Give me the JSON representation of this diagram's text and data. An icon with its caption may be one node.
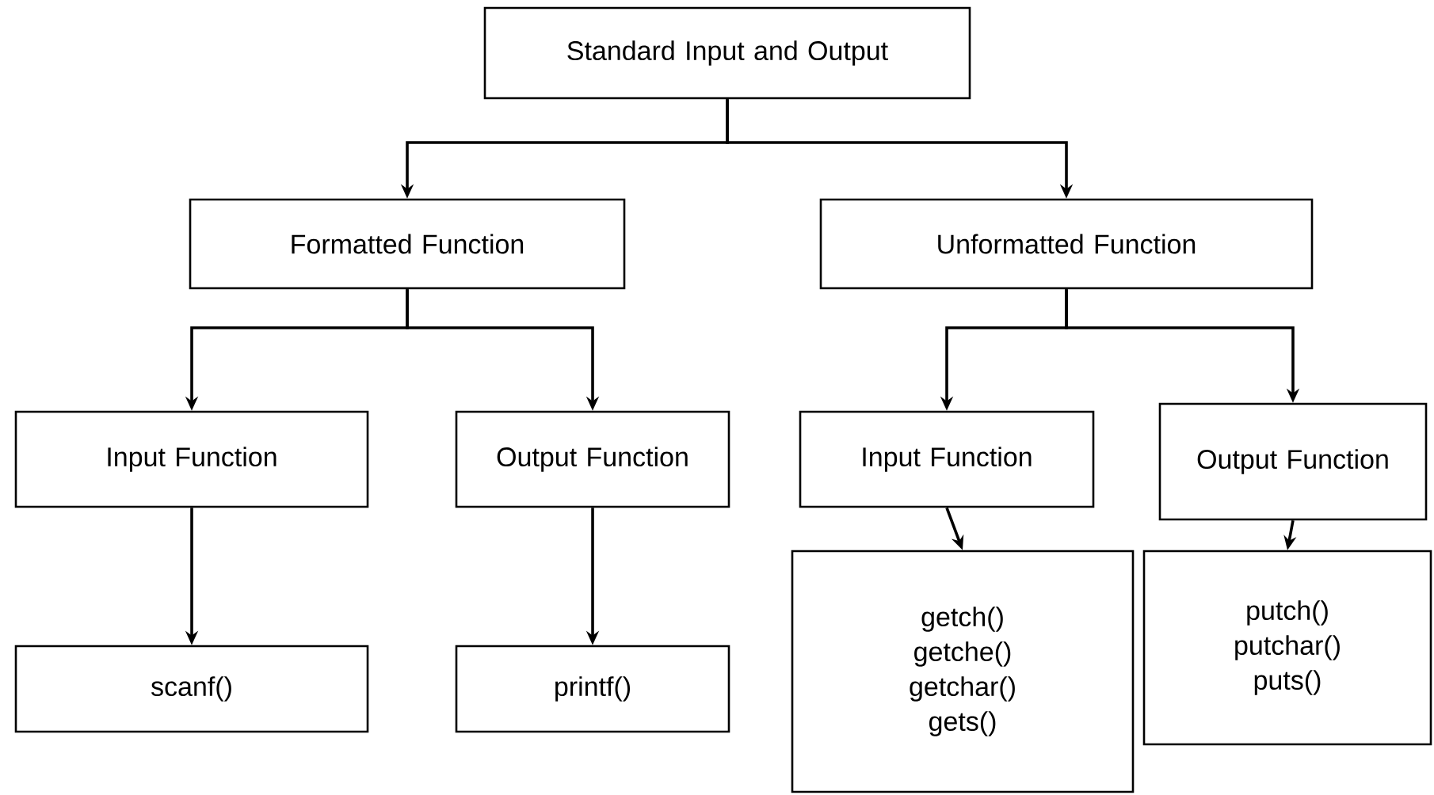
{
  "diagram": {
    "nodes": [
      {
        "text": [
          "Standard Input and Output"
        ]
      },
      {
        "text": [
          "Formatted Function"
        ]
      },
      {
        "text": [
          "Unformatted Function"
        ]
      },
      {
        "text": [
          "Input Function"
        ]
      },
      {
        "text": [
          "Output Function"
        ]
      },
      {
        "text": [
          "Input Function"
        ]
      },
      {
        "text": [
          "Output Function"
        ]
      },
      {
        "text": [
          "scanf()"
        ]
      },
      {
        "text": [
          "printf()"
        ]
      },
      {
        "text": [
          "getch()",
          "getche()",
          "getchar()",
          "gets()"
        ]
      },
      {
        "text": [
          "putch()",
          "putchar()",
          "puts()"
        ]
      }
    ],
    "edges": [
      {
        "from": 0,
        "to": 1,
        "arrow": "to"
      },
      {
        "from": 0,
        "to": 2,
        "arrow": "to"
      },
      {
        "from": 1,
        "to": 3,
        "arrow": "to"
      },
      {
        "from": 1,
        "to": 4,
        "arrow": "to"
      },
      {
        "from": 2,
        "to": 5,
        "arrow": "to"
      },
      {
        "from": 2,
        "to": 6,
        "arrow": "to"
      },
      {
        "from": 3,
        "to": 7,
        "arrow": "to"
      },
      {
        "from": 4,
        "to": 8,
        "arrow": "to"
      },
      {
        "from": 5,
        "to": 9,
        "arrow": "to"
      },
      {
        "from": 6,
        "to": 10,
        "arrow": "to"
      }
    ]
  }
}
